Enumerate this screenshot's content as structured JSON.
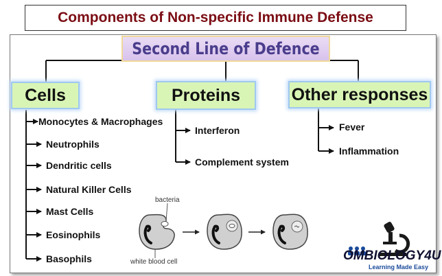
{
  "title": "Components of Non-specific Immune Defense",
  "root": "Second Line of Defence",
  "categories": {
    "cells": {
      "label": "Cells",
      "items": [
        "Monocytes & Macrophages",
        "Neutrophils",
        "Dendritic cells",
        "Natural Killer Cells",
        "Mast Cells",
        "Eosinophils",
        "Basophils"
      ]
    },
    "proteins": {
      "label": "Proteins",
      "items": [
        "Interferon",
        "Complement system"
      ]
    },
    "other": {
      "label": "Other responses",
      "items": [
        "Fever",
        "Inflammation"
      ]
    }
  },
  "illustration": {
    "bacteria_label": "bacteria",
    "cell_label": "white blood cell"
  },
  "logo": {
    "text": "OMBIOLOGY4U",
    "tagline": "Learning Made Easy"
  },
  "colors": {
    "title": "#7b0d14",
    "root_text": "#4a3d8c",
    "category_fill": "#d9f5b6",
    "category_border": "#9fc8f0"
  }
}
